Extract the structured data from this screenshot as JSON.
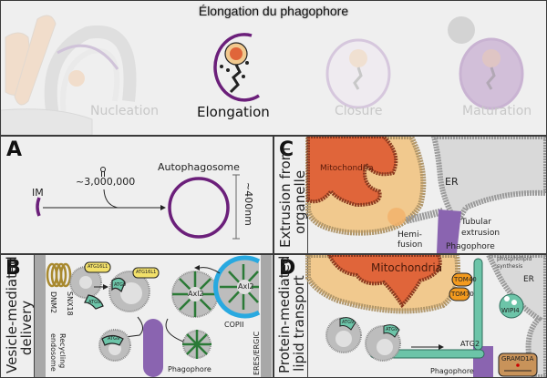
{
  "title": "Élongation du phagophore",
  "stages": [
    {
      "label": "Nucleation",
      "state": "faded"
    },
    {
      "label": "Elongation",
      "state": "active"
    },
    {
      "label": "Closure",
      "state": "faded"
    },
    {
      "label": "Maturation",
      "state": "faded"
    }
  ],
  "panels": {
    "A": {
      "letter": "A",
      "im_label": "IM",
      "count_label": "~3,000,000",
      "result_label": "Autophagosome",
      "size_label": "~400nm"
    },
    "B": {
      "letter": "B",
      "side_label_line1": "Vesicle-mediated",
      "side_label_line2": "delivery",
      "labels": {
        "dnm2": "DNM2",
        "snx18": "SNX18",
        "recycling": "Recycling",
        "endosome": "endosome",
        "atg16l1_a": "ATG16L1",
        "atg16l1_b": "ATG16L1",
        "atg9_a": "ATG9",
        "atg9_b": "ATG9",
        "atg9_c": "ATG9",
        "axl2_a": "Axl2",
        "axl2_b": "Axl2",
        "copii": "COPII",
        "phagophore": "Phagophore",
        "eres": "ERES/ERGIC"
      }
    },
    "C": {
      "letter": "C",
      "side_label_line1": "Extrusion from",
      "side_label_line2": "organelle",
      "labels": {
        "mitochondria": "Mitochondria",
        "er": "ER",
        "tubular1": "Tubular",
        "tubular2": "extrusion",
        "hemi1": "Hemi-",
        "hemi2": "fusion",
        "phagophore": "Phagophore"
      }
    },
    "D": {
      "letter": "D",
      "side_label_line1": "Protein-mediated",
      "side_label_line2": "lipid transport",
      "labels": {
        "mitochondria": "Mitochondria",
        "tom40": "TOM40",
        "tom70": "TOM70",
        "phospholipid1": "phospholipid",
        "phospholipid2": "synthesis",
        "er": "ER",
        "wipi4": "WIPI4",
        "atg2": "ATG2",
        "atg9_a": "ATG9",
        "atg9_b": "ATG9",
        "gramd1a": "GRAMD1A",
        "phagophore": "Phagophore"
      }
    }
  },
  "colors": {
    "membrane_purple": "#6b1f7a",
    "phagophore_purple": "#8a64b0",
    "mito_orange": "#e0653a",
    "mito_tan": "#f1c98e",
    "atg9_teal": "#6cc4a8",
    "atg16_yellow": "#f2e06a",
    "tom_orange": "#f39a1e",
    "copii_blue": "#29a9e0",
    "axl_green": "#2b7a37",
    "gramd_brown": "#c8935a"
  }
}
